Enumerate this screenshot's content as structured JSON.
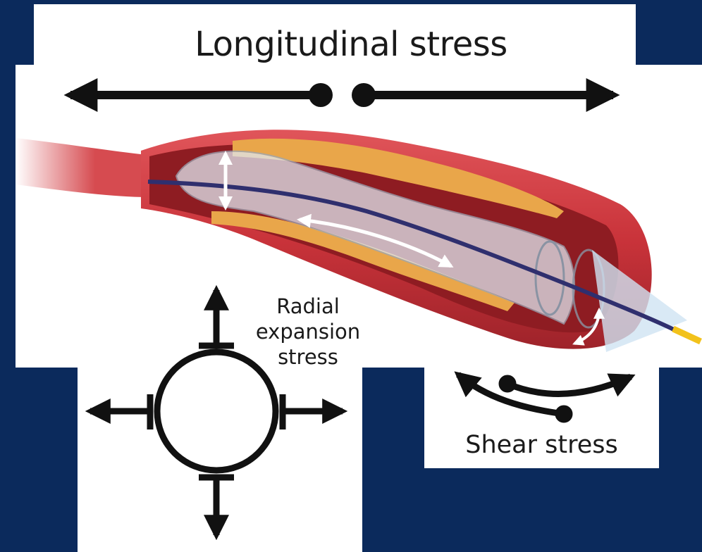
{
  "labels": {
    "longitudinal": "Longitudinal stress",
    "radial_line1": "Radial",
    "radial_line2": "expansion",
    "radial_line3": "stress",
    "shear": "Shear stress"
  },
  "colors": {
    "background": "#0b2a5c",
    "panel": "#ffffff",
    "arrow": "#111111",
    "vessel_wall": "#c9333a",
    "vessel_lumen": "#8e1c22",
    "plaque": "#e9a64a",
    "balloon": "#dfe6ee",
    "guidewire": "#2f2f6e",
    "catheter_tip": "#f2c21b"
  },
  "icons": [
    "double-headed-arrow",
    "four-way-arrow-circle",
    "curved-arrows"
  ]
}
